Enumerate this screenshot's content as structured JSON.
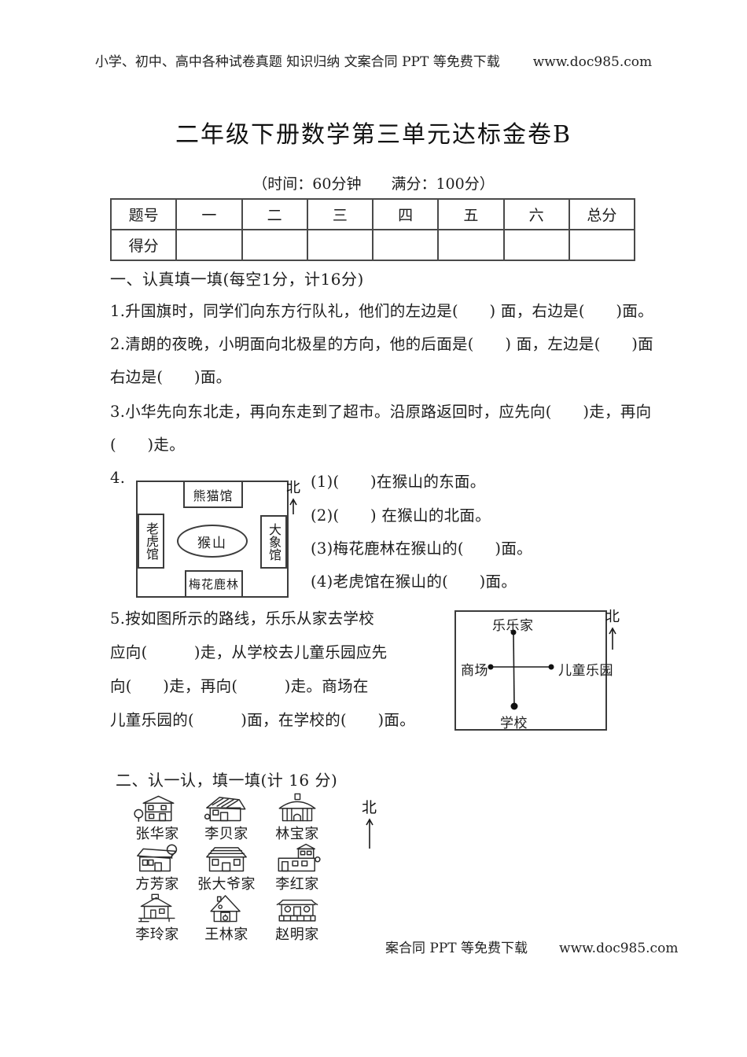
{
  "page": {
    "header_left": "小学、初中、高中各种试卷真题 知识归纳 文案合同 PPT 等免费下载",
    "header_url": "www.doc985.com",
    "title": "二年级下册数学第三单元达标金卷B",
    "subtitle": "（时间：60分钟　　满分：100分）",
    "footer_visible": "案合同 PPT 等免费下载",
    "footer_url": "www.doc985.com"
  },
  "score_table": {
    "headers": [
      "题号",
      "一",
      "二",
      "三",
      "四",
      "五",
      "六",
      "总分"
    ],
    "row_label": "得分"
  },
  "section1": {
    "heading": "一、认真填一填(每空1分，计16分)",
    "q1": "1.升国旗时，同学们向东方行队礼，他们的左边是(　　) 面，右边是(　　)面。",
    "q2_line1": "2.清朗的夜晚，小明面向北极星的方向，他的后面是(　　) 面，左边是(　　)面",
    "q2_line2": "右边是(　　)面。",
    "q3_line1": "3.小华先向东北走，再向东走到了超市。沿原路返回时，应先向(　　)走，再向",
    "q3_line2": "(　　)走。",
    "q4_number": "4.",
    "q4_map": {
      "north_label": "北",
      "top_box": "熊猫馆",
      "left_box": "老虎馆",
      "center_oval": "猴山",
      "right_box": "大象馆",
      "bottom_box": "梅花鹿林"
    },
    "q4_items": [
      "(1)(　　)在猴山的东面。",
      "(2)(　　)  在猴山的北面。",
      "(3)梅花鹿林在猴山的(　　)面。",
      "(4)老虎馆在猴山的(　　)面。"
    ],
    "q5_lines": [
      "5.按如图所示的路线，乐乐从家去学校",
      "应向(　　　)走，从学校去儿童乐园应先",
      "向(　　)走，再向(　　　)走。商场在",
      "儿童乐园的(　　　)面，在学校的(　　)面。"
    ],
    "q5_map": {
      "north_label": "北",
      "top": "乐乐家",
      "left": "商场",
      "right": "儿童乐园",
      "bottom": "学校"
    }
  },
  "section2": {
    "heading": "二、认一认，填一填(计 16 分)",
    "north_label": "北",
    "houses": [
      "张华家",
      "李贝家",
      "林宝家",
      "方芳家",
      "张大爷家",
      "李红家",
      "李玲家",
      "王林家",
      "赵明家"
    ]
  }
}
